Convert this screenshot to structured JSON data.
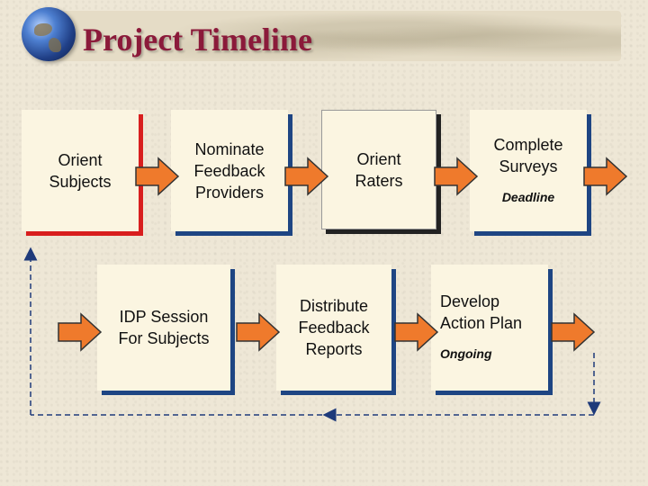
{
  "title": "Project Timeline",
  "steps": [
    {
      "label": "Orient Subjects"
    },
    {
      "label": "Nominate Feedback Providers"
    },
    {
      "label": "Orient Raters"
    },
    {
      "label": "Complete Surveys",
      "note": "Deadline"
    },
    {
      "label": "IDP Session For Subjects"
    },
    {
      "label": "Distribute Feedback Reports"
    },
    {
      "label": "Develop Action Plan",
      "note": "Ongoing"
    }
  ],
  "colors": {
    "title": "#8b1a3a",
    "arrow": "#ef7a2c",
    "box_shadow": "#1e4583",
    "first_box_shadow": "#d81e1e",
    "connector": "#1e3a7a"
  }
}
